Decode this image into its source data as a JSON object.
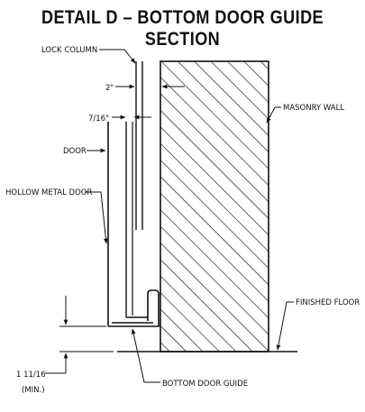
{
  "title": "DETAIL D – BOTTOM DOOR GUIDE SECTION",
  "labels": {
    "lock_column": "LOCK COLUMN",
    "gap_2": "2\"",
    "dim_7_16": "7/16\"",
    "door": "DOOR",
    "hollow_metal_door": "HOLLOW METAL DOOR",
    "masonry_wall": "MASONRY WALL",
    "finished_floor": "FINISHED FLOOR",
    "dim_1_11_16": "1 11/16",
    "min": "(MIN.)",
    "bottom_door_guide": "BOTTOM DOOR GUIDE"
  }
}
